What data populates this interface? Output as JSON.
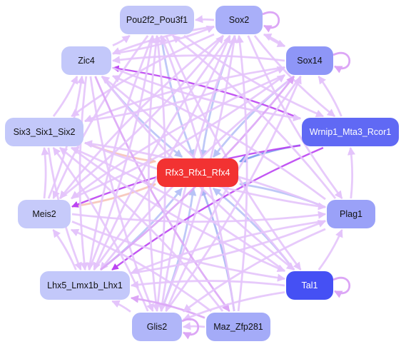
{
  "nodes": [
    {
      "id": "pou2f2",
      "label": "Pou2f2_Pou3f1",
      "color": "#c2c6f9",
      "text": "dark"
    },
    {
      "id": "sox2",
      "label": "Sox2",
      "color": "#a9aff9",
      "text": "dark"
    },
    {
      "id": "zic4",
      "label": "Zic4",
      "color": "#c3c8fa",
      "text": "dark"
    },
    {
      "id": "sox14",
      "label": "Sox14",
      "color": "#8e96f7",
      "text": "dark"
    },
    {
      "id": "six3",
      "label": "Six3_Six1_Six2",
      "color": "#c3c8fa",
      "text": "dark"
    },
    {
      "id": "wrnip1",
      "label": "Wrnip1_Mta3_Rcor1",
      "color": "#6069f4",
      "text": "light"
    },
    {
      "id": "rfx3",
      "label": "Rfx3_Rfx1_Rfx4",
      "color": "#f23232",
      "text": "light"
    },
    {
      "id": "meis2",
      "label": "Meis2",
      "color": "#c6cafa",
      "text": "dark"
    },
    {
      "id": "plag1",
      "label": "Plag1",
      "color": "#9aa1f8",
      "text": "dark"
    },
    {
      "id": "lhx5",
      "label": "Lhx5_Lmx1b_Lhx1",
      "color": "#c3c8fa",
      "text": "dark"
    },
    {
      "id": "tal1",
      "label": "Tal1",
      "color": "#4550f4",
      "text": "light"
    },
    {
      "id": "glis2",
      "label": "Glis2",
      "color": "#b0b6f9",
      "text": "dark"
    },
    {
      "id": "maz",
      "label": "Maz_Zfp281",
      "color": "#a4abf8",
      "text": "dark"
    }
  ],
  "edges": [
    {
      "from": "pou2f2",
      "to": "rfx3",
      "color": "#b7c2f6"
    },
    {
      "from": "sox2",
      "to": "rfx3",
      "color": "#b7c2f6"
    },
    {
      "from": "zic4",
      "to": "rfx3",
      "color": "#b7c2f6"
    },
    {
      "from": "sox14",
      "to": "rfx3",
      "color": "#b7c2f6"
    },
    {
      "from": "six3",
      "to": "rfx3",
      "color": "#f6c4b8"
    },
    {
      "from": "wrnip1",
      "to": "rfx3",
      "color": "#7c9af0"
    },
    {
      "from": "meis2",
      "to": "rfx3",
      "color": "#f6c4b8"
    },
    {
      "from": "plag1",
      "to": "rfx3",
      "color": "#b7c2f6"
    },
    {
      "from": "lhx5",
      "to": "rfx3",
      "color": "#b7c2f6"
    },
    {
      "from": "tal1",
      "to": "rfx3",
      "color": "#b7c2f6"
    },
    {
      "from": "glis2",
      "to": "rfx3",
      "color": "#b7c2f6"
    },
    {
      "from": "maz",
      "to": "rfx3",
      "color": "#a7b4f4"
    },
    {
      "from": "wrnip1",
      "to": "zic4",
      "color": "#bb44f2"
    },
    {
      "from": "wrnip1",
      "to": "meis2",
      "color": "#bb44f2"
    },
    {
      "from": "wrnip1",
      "to": "lhx5",
      "color": "#bb44f2"
    },
    {
      "from": "sox2",
      "to": "zic4",
      "color": "#e4c4fb"
    },
    {
      "from": "sox2",
      "to": "six3",
      "color": "#e4c4fb"
    },
    {
      "from": "sox2",
      "to": "meis2",
      "color": "#e4c4fb"
    },
    {
      "from": "sox2",
      "to": "lhx5",
      "color": "#e4c4fb"
    },
    {
      "from": "sox2",
      "to": "glis2",
      "color": "#e4c4fb"
    },
    {
      "from": "sox2",
      "to": "plag1",
      "color": "#e4c4fb"
    },
    {
      "from": "sox2",
      "to": "wrnip1",
      "color": "#e4c4fb"
    },
    {
      "from": "sox14",
      "to": "zic4",
      "color": "#e4c4fb"
    },
    {
      "from": "sox14",
      "to": "six3",
      "color": "#e4c4fb"
    },
    {
      "from": "sox14",
      "to": "lhx5",
      "color": "#e4c4fb"
    },
    {
      "from": "sox14",
      "to": "glis2",
      "color": "#e4c4fb"
    },
    {
      "from": "sox14",
      "to": "meis2",
      "color": "#e4c4fb"
    },
    {
      "from": "pou2f2",
      "to": "lhx5",
      "color": "#e4c4fb"
    },
    {
      "from": "pou2f2",
      "to": "glis2",
      "color": "#e4c4fb"
    },
    {
      "from": "pou2f2",
      "to": "meis2",
      "color": "#e4c4fb"
    },
    {
      "from": "pou2f2",
      "to": "wrnip1",
      "color": "#e4c4fb"
    },
    {
      "from": "pou2f2",
      "to": "tal1",
      "color": "#e4c4fb"
    },
    {
      "from": "zic4",
      "to": "lhx5",
      "color": "#e4c4fb"
    },
    {
      "from": "zic4",
      "to": "glis2",
      "color": "#e4c4fb"
    },
    {
      "from": "zic4",
      "to": "maz",
      "color": "#dca6f6"
    },
    {
      "from": "zic4",
      "to": "tal1",
      "color": "#e4c4fb"
    },
    {
      "from": "zic4",
      "to": "wrnip1",
      "color": "#e4c4fb"
    },
    {
      "from": "six3",
      "to": "lhx5",
      "color": "#e4c4fb"
    },
    {
      "from": "six3",
      "to": "sox14",
      "color": "#e4c4fb"
    },
    {
      "from": "six3",
      "to": "plag1",
      "color": "#e4c4fb"
    },
    {
      "from": "six3",
      "to": "tal1",
      "color": "#e4c4fb"
    },
    {
      "from": "meis2",
      "to": "sox2",
      "color": "#e4c4fb"
    },
    {
      "from": "meis2",
      "to": "sox14",
      "color": "#e4c4fb"
    },
    {
      "from": "meis2",
      "to": "zic4",
      "color": "#e4c4fb"
    },
    {
      "from": "meis2",
      "to": "plag1",
      "color": "#e4c4fb"
    },
    {
      "from": "meis2",
      "to": "tal1",
      "color": "#e4c4fb"
    },
    {
      "from": "lhx5",
      "to": "sox2",
      "color": "#e4c4fb"
    },
    {
      "from": "lhx5",
      "to": "pou2f2",
      "color": "#e4c4fb"
    },
    {
      "from": "lhx5",
      "to": "sox14",
      "color": "#dca6f6"
    },
    {
      "from": "lhx5",
      "to": "plag1",
      "color": "#e4c4fb"
    },
    {
      "from": "glis2",
      "to": "sox2",
      "color": "#e4c4fb"
    },
    {
      "from": "glis2",
      "to": "pou2f2",
      "color": "#e4c4fb"
    },
    {
      "from": "glis2",
      "to": "six3",
      "color": "#e4c4fb"
    },
    {
      "from": "glis2",
      "to": "sox14",
      "color": "#e4c4fb"
    },
    {
      "from": "maz",
      "to": "pou2f2",
      "color": "#e4c4fb"
    },
    {
      "from": "maz",
      "to": "six3",
      "color": "#e4c4fb"
    },
    {
      "from": "maz",
      "to": "lhx5",
      "color": "#dca6f6"
    },
    {
      "from": "maz",
      "to": "sox2",
      "color": "#e4c4fb"
    },
    {
      "from": "maz",
      "to": "meis2",
      "color": "#e4c4fb"
    },
    {
      "from": "tal1",
      "to": "lhx5",
      "color": "#e4c4fb"
    },
    {
      "from": "tal1",
      "to": "six3",
      "color": "#e4c4fb"
    },
    {
      "from": "tal1",
      "to": "glis2",
      "color": "#e4c4fb"
    },
    {
      "from": "tal1",
      "to": "zic4",
      "color": "#e4c4fb"
    },
    {
      "from": "plag1",
      "to": "lhx5",
      "color": "#e4c4fb"
    },
    {
      "from": "plag1",
      "to": "glis2",
      "color": "#e4c4fb"
    },
    {
      "from": "plag1",
      "to": "zic4",
      "color": "#e4c4fb"
    },
    {
      "from": "plag1",
      "to": "pou2f2",
      "color": "#e4c4fb"
    },
    {
      "from": "plag1",
      "to": "six3",
      "color": "#e4c4fb"
    },
    {
      "from": "sox14",
      "to": "sox2",
      "color": "#e4c4fb"
    },
    {
      "from": "zic4",
      "to": "sox2",
      "color": "#e4c4fb"
    },
    {
      "from": "zic4",
      "to": "pou2f2",
      "color": "#e4c4fb"
    },
    {
      "from": "six3",
      "to": "zic4",
      "color": "#e4c4fb"
    },
    {
      "from": "meis2",
      "to": "six3",
      "color": "#e4c4fb"
    },
    {
      "from": "lhx5",
      "to": "meis2",
      "color": "#e4c4fb"
    },
    {
      "from": "glis2",
      "to": "lhx5",
      "color": "#e4c4fb"
    },
    {
      "from": "maz",
      "to": "glis2",
      "color": "#e4c4fb"
    },
    {
      "from": "tal1",
      "to": "plag1",
      "color": "#e4c4fb"
    },
    {
      "from": "plag1",
      "to": "wrnip1",
      "color": "#e4c4fb"
    },
    {
      "from": "wrnip1",
      "to": "sox14",
      "color": "#e4c4fb"
    },
    {
      "from": "sox2",
      "to": "sox14",
      "color": "#e4c4fb"
    },
    {
      "from": "sox2",
      "to": "pou2f2",
      "color": "#e4c4fb"
    }
  ],
  "self_loops": [
    "sox2",
    "sox14",
    "tal1",
    "glis2"
  ]
}
